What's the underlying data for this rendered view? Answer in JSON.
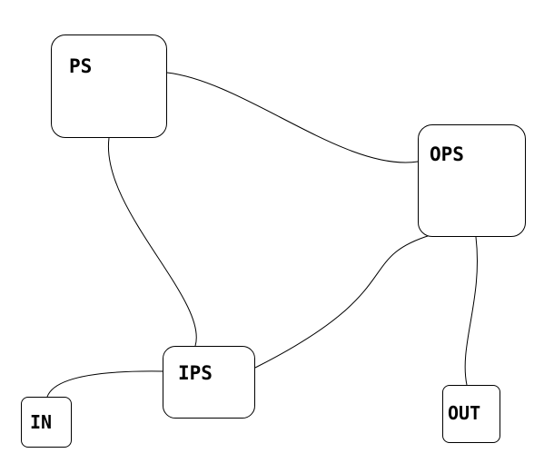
{
  "diagram": {
    "nodes": [
      {
        "id": "ps",
        "label": "PS"
      },
      {
        "id": "ops",
        "label": "OPS"
      },
      {
        "id": "ips",
        "label": "IPS"
      },
      {
        "id": "in",
        "label": "IN"
      },
      {
        "id": "out",
        "label": "OUT"
      }
    ],
    "edges": [
      {
        "from": "PS",
        "to": "OPS"
      },
      {
        "from": "PS",
        "to": "IPS"
      },
      {
        "from": "OPS",
        "to": "IPS"
      },
      {
        "from": "OPS",
        "to": "OUT"
      },
      {
        "from": "IPS",
        "to": "IN"
      }
    ]
  }
}
